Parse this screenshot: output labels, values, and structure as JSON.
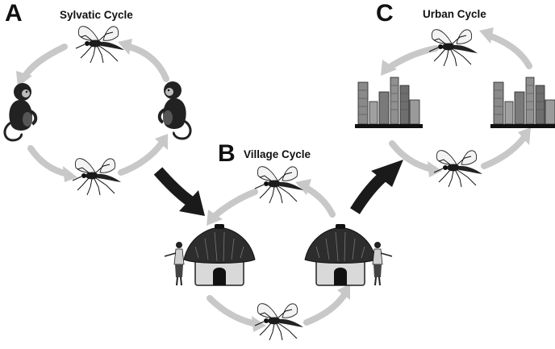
{
  "panels": [
    {
      "letter": "A",
      "title": "Sylvatic Cycle"
    },
    {
      "letter": "B",
      "title": "Village Cycle"
    },
    {
      "letter": "C",
      "title": "Urban Cycle"
    }
  ],
  "colors": {
    "arrow_light": "#c8c8c8",
    "arrow_dark": "#1a1a1a",
    "ink": "#111111",
    "hut_wall": "#d9d9d9",
    "building": "#8a8a8a"
  },
  "icons": [
    "mosquito-icon",
    "monkey-icon",
    "hut-icon",
    "person-icon",
    "city-skyline-icon"
  ]
}
